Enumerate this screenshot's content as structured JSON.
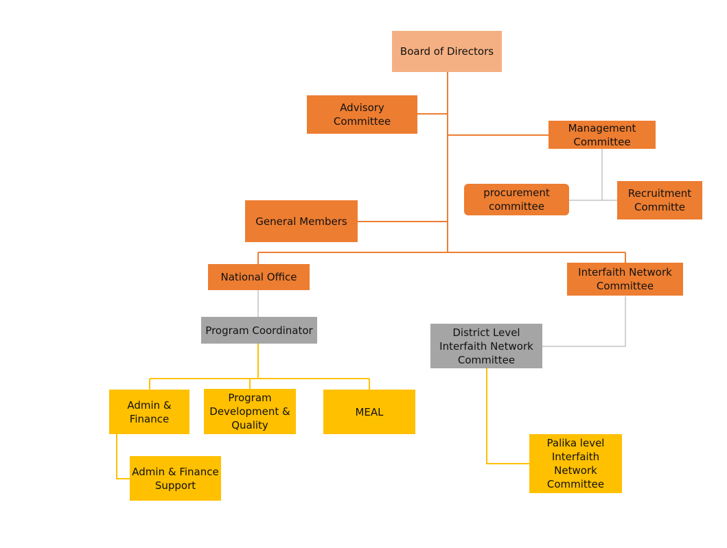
{
  "org_chart": {
    "nodes": {
      "board": "Board of Directors",
      "advisory": "Advisory\nCommittee",
      "management": "Management\nCommittee",
      "procurement": "procurement\ncommittee",
      "recruitment": "Recruitment\nCommitte",
      "general_members": "General Members",
      "national_office": "National Office",
      "interfaith": "Interfaith Network\nCommittee",
      "program_coordinator": "Program Coordinator",
      "district": "District Level\nInterfaith Network\nCommittee",
      "admin_finance": "Admin &\nFinance",
      "program_dev": "Program\nDevelopment &\nQuality",
      "meal": "MEAL",
      "admin_finance_support": "Admin & Finance\nSupport",
      "palika": "Palika level\nInterfaith\nNetwork\nCommittee"
    },
    "colors": {
      "board": "#f4b083",
      "committee": "#ed7d31",
      "coordinator": "#a5a5a5",
      "unit": "#ffc000",
      "connector_orange": "#ed7d31",
      "connector_yellow": "#ffc000",
      "connector_gray": "#a6a6a6"
    }
  }
}
